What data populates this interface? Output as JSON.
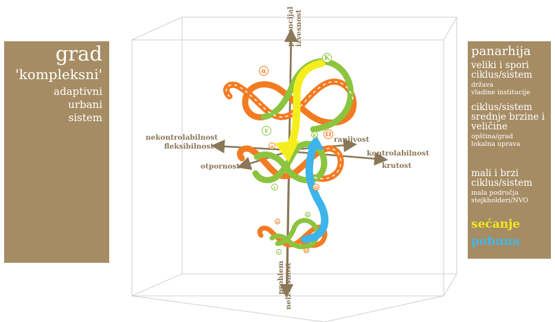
{
  "left_panel": {
    "title": "grad",
    "subtitle": "'kompleksni'",
    "lines": [
      "adaptivni",
      "urbani",
      "sistem"
    ]
  },
  "right_panel": {
    "heading": "panarhija",
    "level_large": {
      "title_lines": [
        "veliki i spori",
        "ciklus/sistem"
      ],
      "examples": [
        "država",
        "vladine institucije"
      ]
    },
    "level_medium": {
      "title_lines": [
        "ciklus/sistem",
        "srednje brzine i",
        "veličine"
      ],
      "examples": [
        "opština/grad",
        "lokalna uprava"
      ]
    },
    "level_small": {
      "title_lines": [
        "mali i brzi",
        "ciklus/sistem"
      ],
      "examples": [
        "mala područja",
        "stejkholderi/NVO"
      ]
    },
    "memory_label": "sećanje",
    "revolt_label": "pobuna"
  },
  "axes": {
    "top_1": "potencijal",
    "top_2": "izvesnost",
    "bottom_1": "problem",
    "bottom_2": "neizvesnost",
    "left_1": "nekontrolabilnost",
    "left_2": "fleksibilnost",
    "front_left": "otpornost",
    "right_1": "ranjivost",
    "right_2": "kontrolabilnost",
    "right_3": "krutost"
  },
  "phase_letters": {
    "alpha": "α",
    "K": "K",
    "r": "r",
    "omega": "Ω"
  },
  "colors": {
    "panel": "#a68c64",
    "orange": "#f37b21",
    "green": "#8cc43f",
    "yellow": "#f5ee1f",
    "blue": "#3db5ea",
    "axis": "#8a7758"
  }
}
